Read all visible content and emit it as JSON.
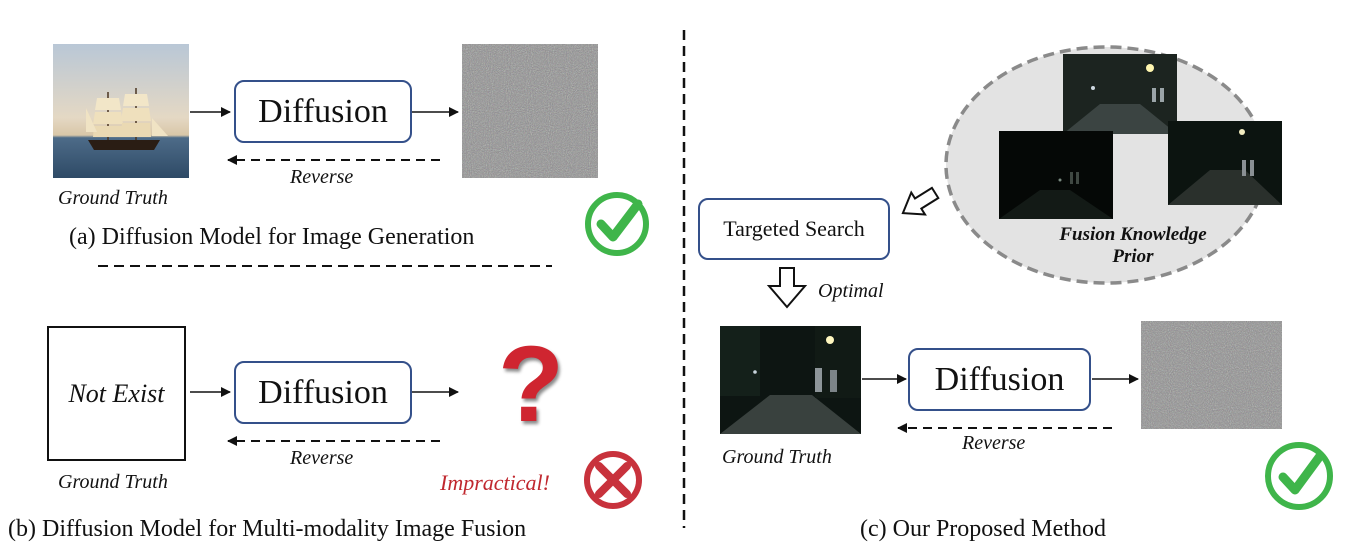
{
  "panel_a": {
    "diffusion_label": "Diffusion",
    "reverse_label": "Reverse",
    "ground_truth_label": "Ground Truth",
    "caption": "(a) Diffusion Model for Image Generation"
  },
  "panel_b": {
    "not_exist_label": "Not Exist",
    "diffusion_label": "Diffusion",
    "reverse_label": "Reverse",
    "ground_truth_label": "Ground Truth",
    "impractical_label": "Impractical!",
    "caption": "(b) Diffusion Model for Multi-modality Image Fusion",
    "question_mark": "?"
  },
  "panel_c": {
    "targeted_search_label": "Targeted Search",
    "prior_label_line1": "Fusion Knowledge",
    "prior_label_line2": "Prior",
    "optimal_label": "Optimal",
    "diffusion_label": "Diffusion",
    "reverse_label": "Reverse",
    "ground_truth_label": "Ground Truth",
    "caption": "(c) Our Proposed Method"
  },
  "colors": {
    "box_border": "#34508a",
    "check_green": "#3fb54a",
    "cross_red": "#c8323c",
    "impractical_red": "#c0282f"
  }
}
